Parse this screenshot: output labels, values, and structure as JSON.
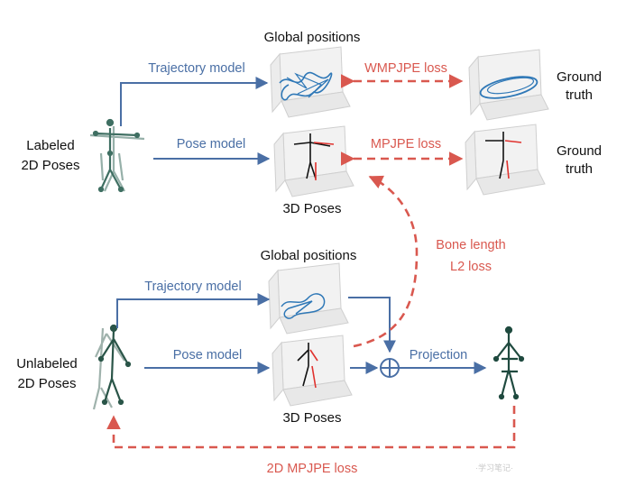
{
  "colors": {
    "blue": "#4a6fa5",
    "red": "#d9584f",
    "dark_green": "#1f4a3f",
    "text": "#111111"
  },
  "top": {
    "labeled_line1": "Labeled",
    "labeled_line2": "2D Poses",
    "global_positions": "Global positions",
    "trajectory_model": "Trajectory model",
    "pose_model": "Pose model",
    "wmpjpe_loss": "WMPJPE loss",
    "mpjpe_loss": "MPJPE loss",
    "ground_truth_1a": "Ground",
    "ground_truth_1b": "truth",
    "ground_truth_2a": "Ground",
    "ground_truth_2b": "truth",
    "poses_3d": "3D Poses"
  },
  "middle": {
    "bone_length_line1": "Bone length",
    "bone_length_line2": "L2 loss"
  },
  "bottom": {
    "global_positions": "Global positions",
    "trajectory_model": "Trajectory model",
    "unlabeled_line1": "Unlabeled",
    "unlabeled_line2": "2D Poses",
    "pose_model": "Pose model",
    "projection": "Projection",
    "poses_3d": "3D Poses",
    "mpjpe_2d_loss": "2D MPJPE loss"
  },
  "watermark": "·学习笔记·"
}
